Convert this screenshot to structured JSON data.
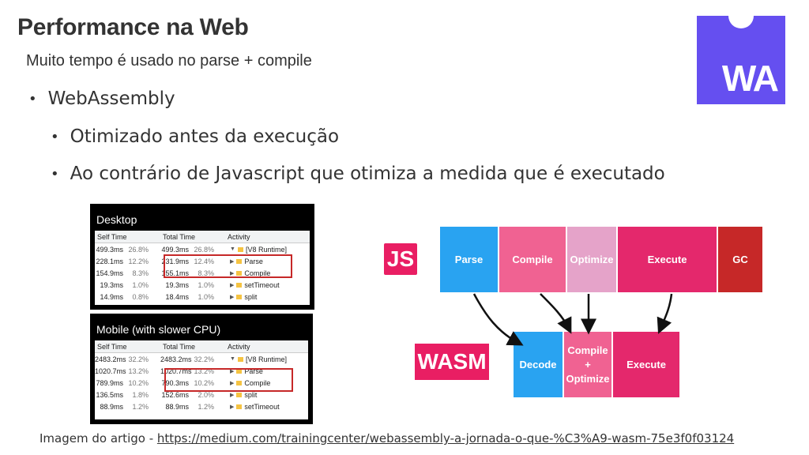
{
  "slide": {
    "title": "Performance na Web",
    "subtitle": "Muito tempo é usado no parse + compile",
    "bullets": [
      {
        "text": "WebAssembly"
      },
      {
        "text": "Otimizado antes da execução"
      },
      {
        "text": "Ao contrário de Javascript que otimiza a medida que é executado"
      }
    ],
    "bullet_glyph": "•",
    "logo_text": "WA",
    "logo_color": "#654ff0"
  },
  "desktop": {
    "heading": "Desktop",
    "headers": [
      "Self Time",
      "Total Time",
      "Activity"
    ],
    "rows": [
      {
        "self": "499.3ms",
        "self_pct": "26.8%",
        "total": "499.3ms",
        "total_pct": "26.8%",
        "caret": "▼",
        "activity": "[V8 Runtime]"
      },
      {
        "self": "228.1ms",
        "self_pct": "12.2%",
        "total": "231.9ms",
        "total_pct": "12.4%",
        "caret": "▶",
        "activity": "Parse"
      },
      {
        "self": "154.9ms",
        "self_pct": "8.3%",
        "total": "155.1ms",
        "total_pct": "8.3%",
        "caret": "▶",
        "activity": "Compile"
      },
      {
        "self": "19.3ms",
        "self_pct": "1.0%",
        "total": "19.3ms",
        "total_pct": "1.0%",
        "caret": "▶",
        "activity": "setTimeout"
      },
      {
        "self": "14.9ms",
        "self_pct": "0.8%",
        "total": "18.4ms",
        "total_pct": "1.0%",
        "caret": "▶",
        "activity": "split"
      }
    ]
  },
  "mobile": {
    "heading": "Mobile (with slower CPU)",
    "headers": [
      "Self Time",
      "Total Time",
      "Activity"
    ],
    "rows": [
      {
        "self": "2483.2ms",
        "self_pct": "32.2%",
        "total": "2483.2ms",
        "total_pct": "32.2%",
        "caret": "▼",
        "activity": "[V8 Runtime]"
      },
      {
        "self": "1020.7ms",
        "self_pct": "13.2%",
        "total": "1020.7ms",
        "total_pct": "13.2%",
        "caret": "▶",
        "activity": "Parse"
      },
      {
        "self": "789.9ms",
        "self_pct": "10.2%",
        "total": "790.3ms",
        "total_pct": "10.2%",
        "caret": "▶",
        "activity": "Compile"
      },
      {
        "self": "136.5ms",
        "self_pct": "1.8%",
        "total": "152.6ms",
        "total_pct": "2.0%",
        "caret": "▶",
        "activity": "split"
      },
      {
        "self": "88.9ms",
        "self_pct": "1.2%",
        "total": "88.9ms",
        "total_pct": "1.2%",
        "caret": "▶",
        "activity": "setTimeout"
      }
    ]
  },
  "pipeline": {
    "js_label": "JS",
    "wasm_label": "WASM",
    "js_steps": {
      "parse": "Parse",
      "compile": "Compile",
      "optimize": "Optimize",
      "execute": "Execute",
      "gc": "GC"
    },
    "wasm_steps": {
      "decode": "Decode",
      "compile_line1": "Compile",
      "compile_line2": "+",
      "compile_line3": "Optimize",
      "execute": "Execute"
    },
    "colors": {
      "parse": "#29a3f1",
      "compile": "#f06292",
      "optimize": "#e5a3c9",
      "execute": "#e4286c",
      "gc": "#c62828",
      "label": "#e91e63"
    }
  },
  "footer": {
    "prefix": "Imagem do artigo - ",
    "link": "https://medium.com/trainingcenter/webassembly-a-jornada-o-que-%C3%A9-wasm-75e3f0f03124"
  }
}
